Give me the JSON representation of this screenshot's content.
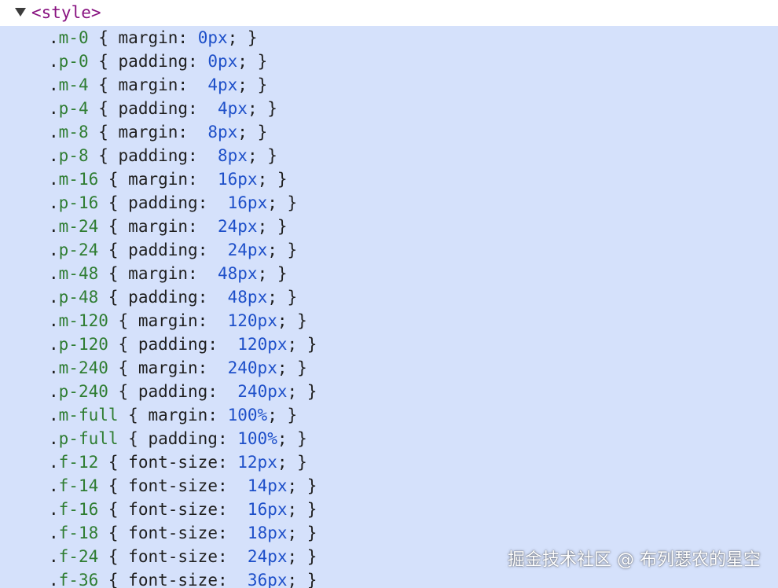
{
  "style_tag": {
    "label": "<style>",
    "expand_icon": "triangle-down-icon"
  },
  "rules": [
    {
      "selector": "m-0",
      "property": "margin",
      "value": "0px",
      "gap": ""
    },
    {
      "selector": "p-0",
      "property": "padding",
      "value": "0px",
      "gap": ""
    },
    {
      "selector": "m-4",
      "property": "margin",
      "value": "4px",
      "gap": " "
    },
    {
      "selector": "p-4",
      "property": "padding",
      "value": "4px",
      "gap": " "
    },
    {
      "selector": "m-8",
      "property": "margin",
      "value": "8px",
      "gap": " "
    },
    {
      "selector": "p-8",
      "property": "padding",
      "value": "8px",
      "gap": " "
    },
    {
      "selector": "m-16",
      "property": "margin",
      "value": "16px",
      "gap": " "
    },
    {
      "selector": "p-16",
      "property": "padding",
      "value": "16px",
      "gap": " "
    },
    {
      "selector": "m-24",
      "property": "margin",
      "value": "24px",
      "gap": " "
    },
    {
      "selector": "p-24",
      "property": "padding",
      "value": "24px",
      "gap": " "
    },
    {
      "selector": "m-48",
      "property": "margin",
      "value": "48px",
      "gap": " "
    },
    {
      "selector": "p-48",
      "property": "padding",
      "value": "48px",
      "gap": " "
    },
    {
      "selector": "m-120",
      "property": "margin",
      "value": "120px",
      "gap": " "
    },
    {
      "selector": "p-120",
      "property": "padding",
      "value": "120px",
      "gap": " "
    },
    {
      "selector": "m-240",
      "property": "margin",
      "value": "240px",
      "gap": " "
    },
    {
      "selector": "p-240",
      "property": "padding",
      "value": "240px",
      "gap": " "
    },
    {
      "selector": "m-full",
      "property": "margin",
      "value": "100%",
      "gap": ""
    },
    {
      "selector": "p-full",
      "property": "padding",
      "value": "100%",
      "gap": ""
    },
    {
      "selector": "f-12",
      "property": "font-size",
      "value": "12px",
      "gap": ""
    },
    {
      "selector": "f-14",
      "property": "font-size",
      "value": "14px",
      "gap": " "
    },
    {
      "selector": "f-16",
      "property": "font-size",
      "value": "16px",
      "gap": " "
    },
    {
      "selector": "f-18",
      "property": "font-size",
      "value": "18px",
      "gap": " "
    },
    {
      "selector": "f-24",
      "property": "font-size",
      "value": "24px",
      "gap": " "
    },
    {
      "selector": "f-36",
      "property": "font-size",
      "value": "36px",
      "gap": " "
    }
  ],
  "watermark": "掘金技术社区 @ 布列瑟农的星空",
  "colors": {
    "tag": "#881280",
    "selector": "#2f7d32",
    "value": "#1d4fc9",
    "highlight": "#d5e1fb"
  }
}
